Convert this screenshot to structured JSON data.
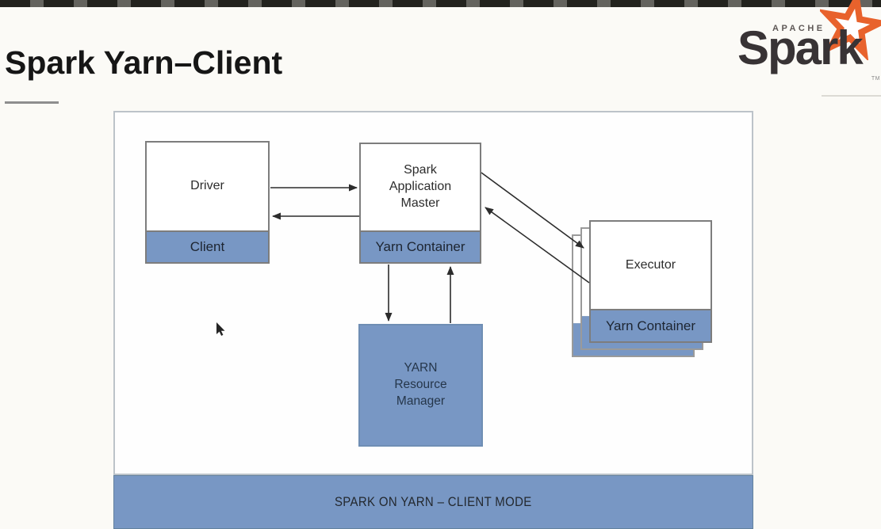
{
  "slide": {
    "title": "Spark Yarn–Client",
    "banner": "SPARK ON YARN – CLIENT MODE"
  },
  "logo": {
    "apache": "APACHE",
    "wordmark": "Spark",
    "trademark": "TM",
    "star_color": "#e8622c",
    "wordmark_color": "#383335"
  },
  "diagram": {
    "nodes": {
      "driver": {
        "title": "Driver",
        "badge": "Client"
      },
      "app_master": {
        "title": "Spark Application Master",
        "badge": "Yarn Container"
      },
      "executor": {
        "title": "Executor",
        "badge": "Yarn Container",
        "stack_count": 3
      },
      "resource_manager": {
        "title": "YARN Resource Manager"
      }
    },
    "edges": [
      {
        "from": "Driver",
        "to": "Spark Application Master"
      },
      {
        "from": "Spark Application Master",
        "to": "Driver"
      },
      {
        "from": "Yarn Container (App Master)",
        "to": "YARN Resource Manager"
      },
      {
        "from": "YARN Resource Manager",
        "to": "Yarn Container (App Master)"
      },
      {
        "from": "Spark Application Master",
        "to": "Executor"
      },
      {
        "from": "Executor",
        "to": "Spark Application Master"
      }
    ],
    "colors": {
      "container_blue": "#7897c4",
      "arrow": "#2c2c2c",
      "box_border": "#7d7d7d",
      "frame_border": "#bcc3c9"
    }
  }
}
